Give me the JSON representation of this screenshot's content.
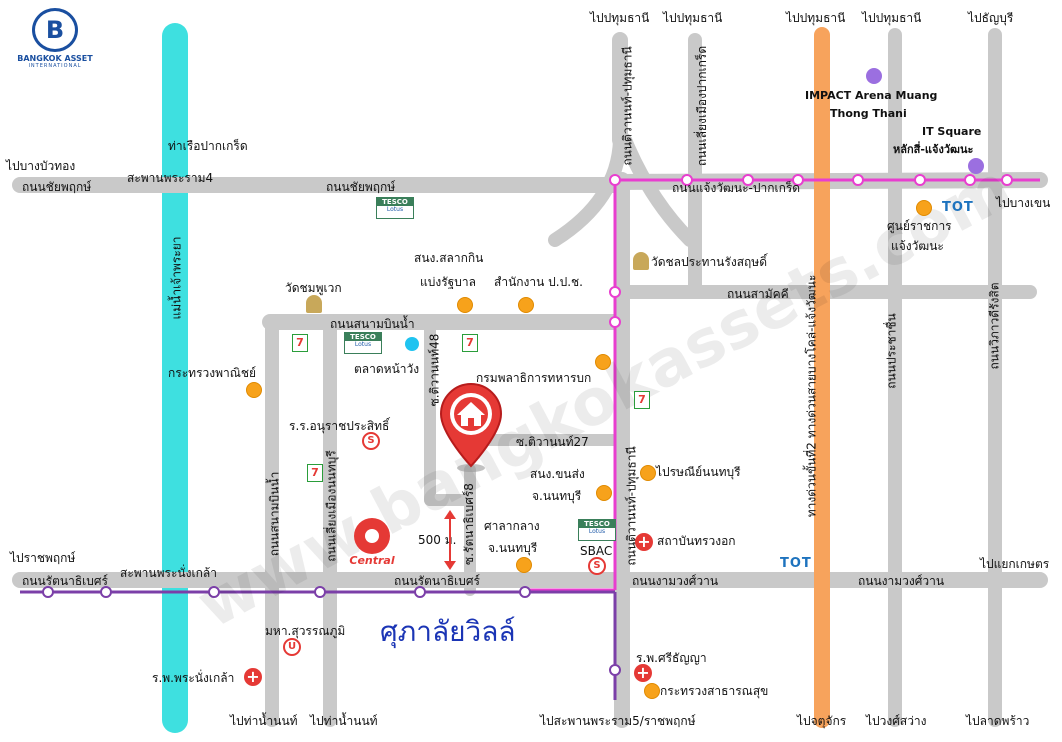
{
  "logo": {
    "name": "BANGKOK ASSET",
    "sub": "INTERNATIONAL"
  },
  "title": "ศุภาลัยวิลล์",
  "watermark": "www.bangkokassets.com",
  "distance": "500 ม.",
  "colors": {
    "road": "#c9c9c9",
    "river": "#3ee0e0",
    "expressway": "#f7a35c",
    "pink_line": "#e83ecf",
    "purple_line": "#7b3fa8",
    "pin": "#e53935"
  },
  "labels": {
    "to_pathum_1": "ไปปทุมธานี",
    "to_pathum_2": "ไปปทุมธานี",
    "to_pathum_3": "ไปปทุมธานี",
    "to_pathum_4": "ไปปทุมธานี",
    "to_thanyaburi": "ไปธัญบุรี",
    "to_bang_bua_thong": "ไปบางบัวทอง",
    "chaiyaphruek_1": "ถนนชัยพฤกษ์",
    "chaiyaphruek_2": "ถนนชัยพฤกษ์",
    "rama4_bridge": "สะพานพระราม4",
    "pakkret_pier": "ท่าเรือปากเกร็ด",
    "chaengwattana_pakkret": "ถนนแจ้งวัฒนะ-ปากเกร็ด",
    "to_bang_khen": "ไปบางเขน",
    "impact": "IMPACT  Arena Muang",
    "impact2": "Thong Thani",
    "it_square": "IT Square",
    "it_square2": "หลักสี่-แจ้งวัฒนะ",
    "govt_center": "ศูนย์ราชการ",
    "govt_center2": "แจ้งวัฒนะ",
    "chao_phraya": "แม่น้ำเจ้าพระยา",
    "tiwanon_pathum": "ถนนติวานนท์-ปทุมธานี",
    "tiwanon_pathum_2": "ถนนติวานนท์-ปทุมธานี",
    "liang_mueang_pakkret": "ถนนเลี่ยงเมืองปากเกร็ด",
    "wat_chonprathan": "วัดชลประทานรังสฤษดิ์",
    "samakkhi": "ถนนสามัคคี",
    "lottery_office": "สนง.สลากกิน",
    "lottery_office2": "แบ่งรัฐบาล",
    "ppc_office": "สำนักงาน ป.ป.ช.",
    "wat_chomphuwek": "วัดชมพูเวก",
    "sanambinnam_rd": "ถนนสนามบินน้ำ",
    "sanambinnam_rd_v": "ถนนสนามบินน้ำ",
    "commerce_ministry": "กระทรวงพาณิชย์",
    "talad_nawang": "ตลาดหน้าวัง",
    "soi_tiwanon48": "ซ.ติวานนท์48",
    "military_dept": "กรมพลาธิการทหารบก",
    "rr_anuratprasit": "ร.ร.อนุราชประสิทธิ์",
    "soi_tiwanon27": "ซ.ติวานนท์27",
    "nonthaburi_post": "ไปรษณีย์นนทบุรี",
    "liang_mueang_nonthaburi": "ถนนเลี่ยงเมืองนนทบุรี",
    "nonthaburi_transport": "สนง.ขนส่ง",
    "nonthaburi_transport2": "จ.นนทบุรี",
    "soi_rattanathibet8": "ซ.รัตนาธิเบศร์8",
    "provincial_hall": "ศาลากลาง",
    "provincial_hall2": "จ.นนทบุรี",
    "sbac": "SBAC",
    "chest_institute": "สถาบันทรวงอก",
    "to_ratchaphruek": "ไปราชพฤกษ์",
    "rattanathibet_w": "ถนนรัตนาธิเบศร์",
    "phra_nang_klao_bridge": "สะพานพระนั่งเกล้า",
    "rattanathibet_c": "ถนนรัตนาธิเบศร์",
    "ngamwongwan_1": "ถนนงามวงศ์วาน",
    "ngamwongwan_2": "ถนนงามวงศ์วาน",
    "to_kaset": "ไปแยกเกษตร",
    "sukhothai_uni": "มหา.สุวรรณภูมิ",
    "srithanya_hosp": "ร.พ.ศรีธัญญา",
    "health_ministry": "กระทรวงสาธารณสุข",
    "phra_nang_klao_hosp": "ร.พ.พระนั่งเกล้า",
    "prachachuen": "ถนนประชาชื่น",
    "viphawadi": "ถนนวิภาวดีรังสิต",
    "expressway_2": "ทางด่วนขั้นที่2 ทางด่วนสายบางโคล่-แจ้งวัฒนะ",
    "to_tha_nam_non_1": "ไปท่าน้ำนนท์",
    "to_tha_nam_non_2": "ไปท่าน้ำนนท์",
    "to_rama5": "ไปสะพานพระราม5/ราชพฤกษ์",
    "to_chatuchak": "ไปจตุจักร",
    "to_wong_sawang": "ไปวงศ์สว่าง",
    "to_lat_phrao": "ไปลาดพร้าว",
    "tot": "TOT",
    "central": "Central",
    "seven": "7",
    "tesco_top": "TESCO",
    "tesco_bottom": "Lotus",
    "u_badge": "U",
    "s_badge": "S",
    "h_badge": "+"
  }
}
